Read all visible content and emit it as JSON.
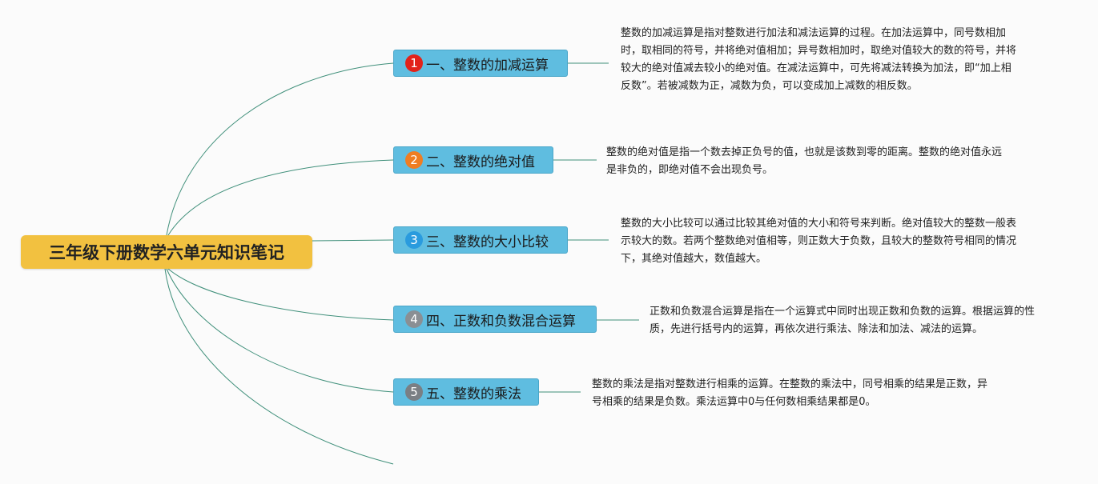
{
  "root": {
    "label": "三年级下册数学六单元知识笔记"
  },
  "topics": [
    {
      "badge": "1",
      "label": "一、整数的加减运算",
      "badge_color": "#e2231a",
      "note": "整数的加减运算是指对整数进行加法和减法运算的过程。在加法运算中，同号数相加时，取相同的符号，并将绝对值相加；异号数相加时，取绝对值较大的数的符号，并将较大的绝对值减去较小的绝对值。在减法运算中，可先将减法转换为加法，即“加上相反数”。若被减数为正，减数为负，可以变成加上减数的相反数。"
    },
    {
      "badge": "2",
      "label": "二、整数的绝对值",
      "badge_color": "#ef7d22",
      "note": "整数的绝对值是指一个数去掉正负号的值，也就是该数到零的距离。整数的绝对值永远是非负的，即绝对值不会出现负号。"
    },
    {
      "badge": "3",
      "label": "三、整数的大小比较",
      "badge_color": "#2a9bde",
      "note": "整数的大小比较可以通过比较其绝对值的大小和符号来判断。绝对值较大的整数一般表示较大的数。若两个整数绝对值相等，则正数大于负数，且较大的整数符号相同的情况下，其绝对值越大，数值越大。"
    },
    {
      "badge": "4",
      "label": "四、正数和负数混合运算",
      "badge_color": "#8a8f94",
      "note": "正数和负数混合运算是指在一个运算式中同时出现正数和负数的运算。根据运算的性质，先进行括号内的运算，再依次进行乘法、除法和加法、减法的运算。"
    },
    {
      "badge": "5",
      "label": "五、整数的乘法",
      "badge_color": "#7a7f84",
      "note": "整数的乘法是指对整数进行相乘的运算。在整数的乘法中，同号相乘的结果是正数，异号相乘的结果是负数。乘法运算中0与任何数相乘结果都是0。"
    }
  ],
  "colors": {
    "line": "#3f8f7a",
    "topic_bg": "#5fbde0",
    "root_bg": "#f2c140"
  }
}
